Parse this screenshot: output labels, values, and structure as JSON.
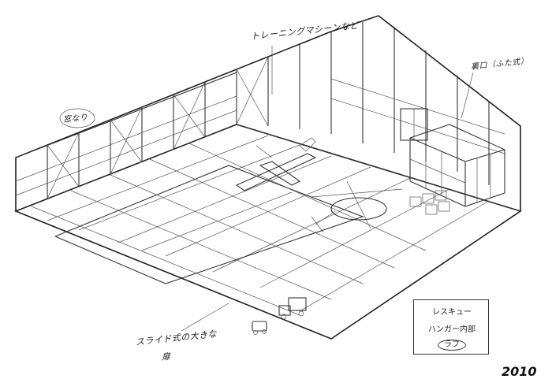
{
  "annotations": {
    "training_machines": "トレーニングマシーンなど",
    "window": "窓なり",
    "back_entrance": "裏口（ふた式）",
    "sliding_door": "スライド式の大きな",
    "sliding_door_2": "扉"
  },
  "caption": {
    "line1": "レスキュー",
    "line2": "ハンガー内部",
    "line3": "ラフ"
  },
  "year": "2010",
  "colors": {
    "ink": "#2a2a2a",
    "paper": "#ffffff"
  }
}
